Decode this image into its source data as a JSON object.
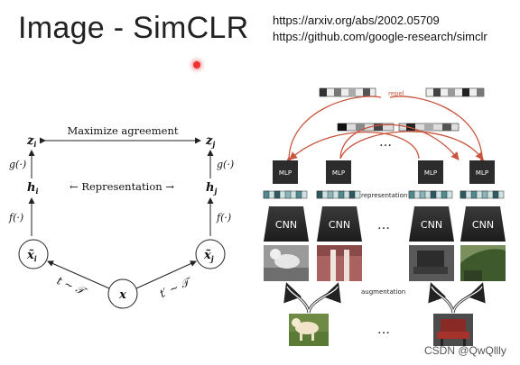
{
  "slide": {
    "title": "Image - SimCLR",
    "links": [
      "https://arxiv.org/abs/2002.05709",
      "https://github.com/google-research/simclr"
    ],
    "watermark": "CSDN @QwQllly"
  },
  "left_diagram": {
    "top_label": "Maximize agreement",
    "middle_label": "← Representation →",
    "z_i": "z",
    "z_i_sub": "i",
    "z_j": "z",
    "z_j_sub": "j",
    "h_i": "h",
    "h_i_sub": "i",
    "h_j": "h",
    "h_j_sub": "j",
    "g_left": "g(·)",
    "g_right": "g(·)",
    "f_left": "f(·)",
    "f_right": "f(·)",
    "x_tilde_i": "x̃",
    "x_tilde_i_sub": "i",
    "x_tilde_j": "x̃",
    "x_tilde_j_sub": "j",
    "x": "x",
    "t_left": "t ∼ 𝒯",
    "t_right": "t′ ∼ 𝒯"
  },
  "right_diagram": {
    "repel_label": "repel",
    "representation_label": "representation",
    "augmentation_label": "augmentation",
    "mlp_label": "MLP",
    "cnn_label": "CNN",
    "ellipsis": "…",
    "colors": {
      "repel_arrow": "#c8553d",
      "block": "#2c2c2c",
      "teal": "#4f8a8e"
    }
  }
}
